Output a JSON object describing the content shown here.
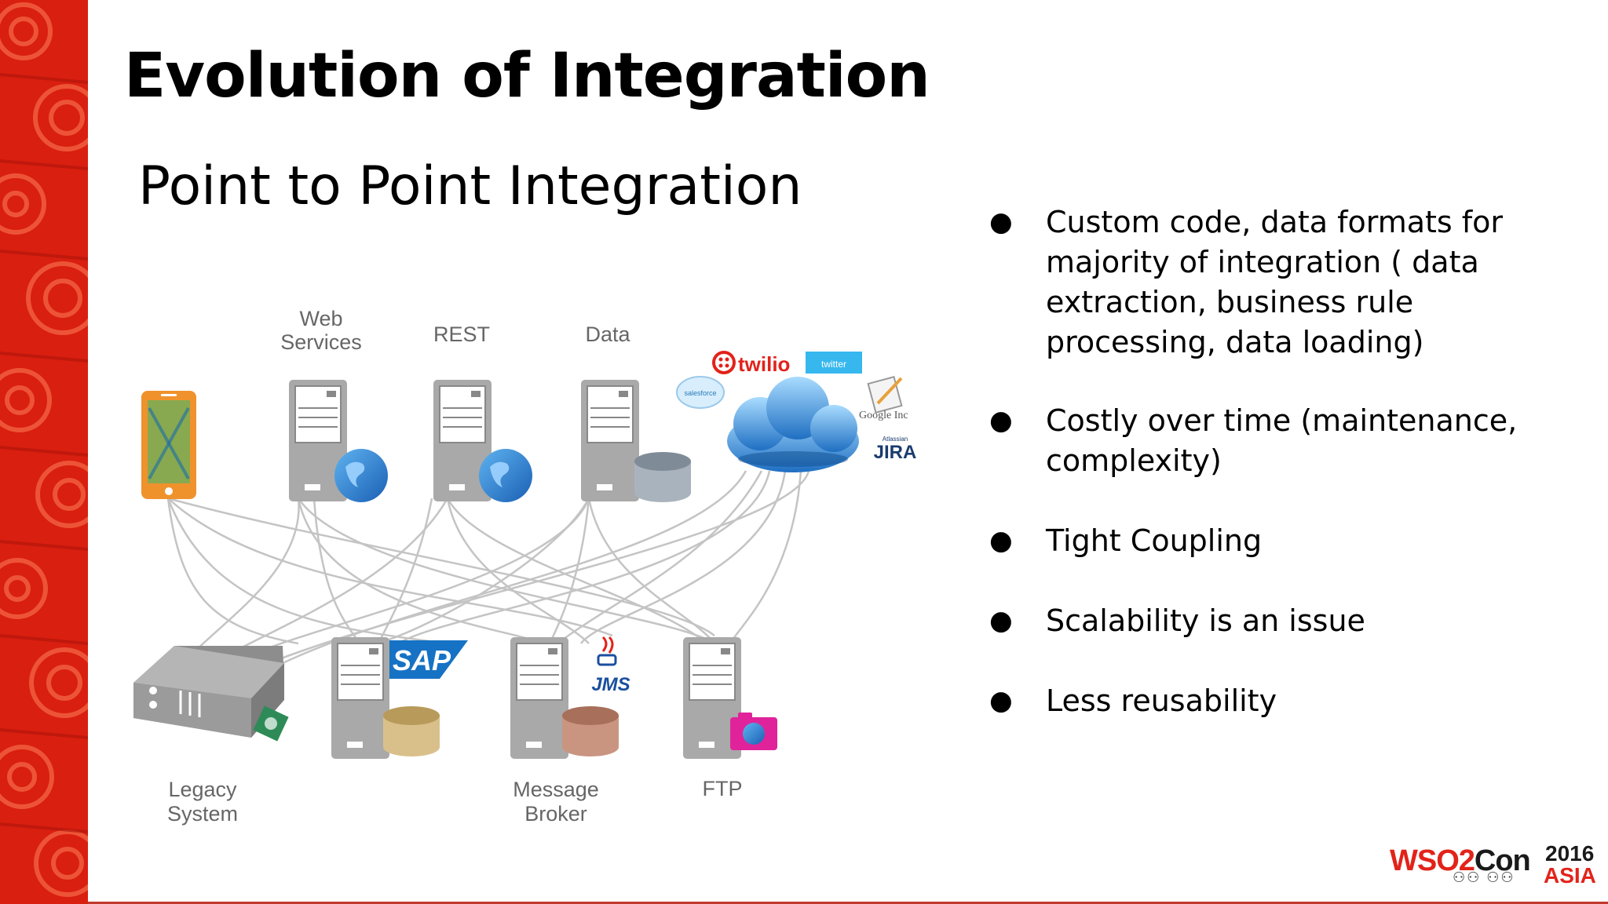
{
  "slide": {
    "title": "Evolution of Integration",
    "subtitle": "Point to Point Integration"
  },
  "diagram": {
    "labels": {
      "web_services_line1": "Web",
      "web_services_line2": "Services",
      "rest": "REST",
      "data": "Data",
      "legacy_line1": "Legacy",
      "legacy_line2": "System",
      "broker_line1": "Message",
      "broker_line2": "Broker",
      "ftp": "FTP"
    },
    "cloud_brands": {
      "twilio": "twilio",
      "twitter": "twitter",
      "salesforce": "salesforce",
      "google": "Google Inc",
      "jira": "JIRA",
      "atlassian": "Atlassian"
    },
    "badges": {
      "sap": "SAP",
      "jms": "JMS"
    }
  },
  "bullets": [
    "Custom code, data formats for majority of integration ( data extraction, business rule processing, data loading)",
    "Costly over time (maintenance, complexity)",
    "Tight Coupling",
    "Scalability is an issue",
    "Less reusability"
  ],
  "logo": {
    "brand": "WSO2",
    "con": "Con",
    "year": "2016",
    "region": "ASIA"
  },
  "colors": {
    "sidebar_red": "#d91f10",
    "accent_red": "#e2231a",
    "server_gray": "#b7b7b7",
    "label_gray": "#666666",
    "phone_orange": "#f0922c"
  }
}
